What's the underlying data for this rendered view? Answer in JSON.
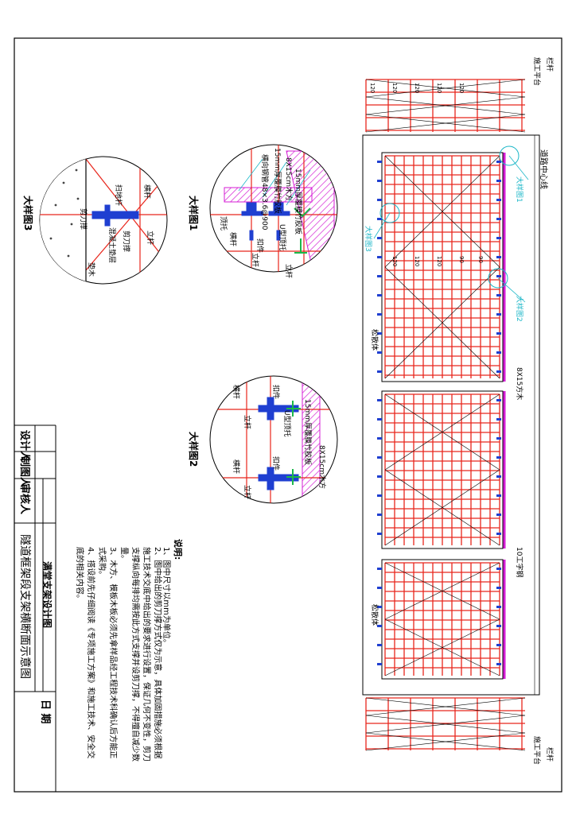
{
  "title_block": {
    "designer_label": "设计人",
    "drafter_label": "制图人",
    "reviewer_label": "审核人",
    "drawing_title": "满堂支架设计图",
    "date_label": "日  期",
    "project_title": "隧道框架段支架横断面示意图"
  },
  "notes": {
    "heading": "说明:",
    "items": [
      "1、图中尺寸以mm为单位。",
      "2、图中给出的剪刀撑方式仅为示意，具体加固措施必须根据施工技术交底中给出的要求进行设置，保证几何不变性，剪刀支撑纵向每排均需按此方式支撑并设剪刀撑，不得擅自减少数量。",
      "3、木方、模板木板必须先拿样品经工程技术科确认后方能正式采购。",
      "4、搭设前先仔细阅读《专项施工方案》和施工技术、安全交底的相关内容。"
    ]
  },
  "details": {
    "d1": {
      "title": "大样图1",
      "labels": [
        "15mm厚覆膜竹胶板",
        "8X15cm木方",
        "横向钢管48×3.6@900",
        "15mm厚覆膜竹胶板",
        "U型顶托",
        "扣件",
        "立杆",
        "横杆",
        "顶托",
        "立杆"
      ]
    },
    "d2": {
      "title": "大样图2",
      "labels": [
        "15mm厚覆膜竹胶板",
        "8X15cm木方",
        "U型顶托",
        "扣件",
        "横杆",
        "立杆",
        "扣件",
        "横杆",
        "立杆"
      ]
    },
    "d3": {
      "title": "大样图3",
      "labels": [
        "横杆",
        "扫地杆",
        "立杆",
        "剪刀撑",
        "混凝土垫层",
        "剪刀撑",
        "垫木"
      ]
    }
  },
  "main": {
    "callouts": [
      "大样图1",
      "大样图3",
      "大样图2",
      "8X15方木",
      "10工字钢"
    ],
    "railing_label": "栏杆",
    "platform_label": "施工平台",
    "centerline_label": "道路中心线",
    "zone_labels": [
      "松散体",
      "松散体"
    ],
    "dims_top": [
      "120",
      "120",
      "120",
      "120",
      "120"
    ],
    "dims_mid": [
      "120",
      "120",
      "120",
      "90",
      "90"
    ]
  },
  "colors": {
    "frame": "#e8261c",
    "support": "#1f3fd1",
    "formwork": "#d51cd5",
    "leader": "#1db7c8",
    "hatch": "#d51cd5"
  }
}
